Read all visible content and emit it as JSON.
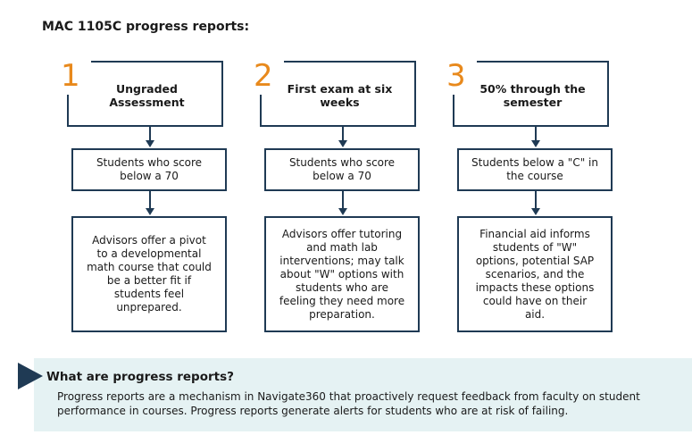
{
  "title": "MAC 1105C progress reports:",
  "colors": {
    "accent_orange": "#e8891c",
    "navy": "#1f3a54",
    "panel_bg": "#e5f2f3"
  },
  "steps": [
    {
      "number": "1",
      "header": "Ungraded Assessment",
      "trigger": "Students who score below a 70",
      "action": "Advisors offer a pivot to a developmental math course that could be a better fit if students feel unprepared."
    },
    {
      "number": "2",
      "header": "First exam at six weeks",
      "trigger": "Students who score below a 70",
      "action": "Advisors offer tutoring and math lab interventions; may talk about \"W\" options with students who are feeling they need more preparation."
    },
    {
      "number": "3",
      "header": "50% through the semester",
      "trigger": "Students below a \"C\" in the course",
      "action": "Financial aid informs students of \"W\" options, potential SAP scenarios, and the impacts these options could have on their aid."
    }
  ],
  "info": {
    "title": "What are progress reports?",
    "body": "Progress reports are a mechanism in Navigate360 that proactively request feedback from faculty on student performance in courses. Progress reports generate alerts for students who are at risk of failing."
  }
}
